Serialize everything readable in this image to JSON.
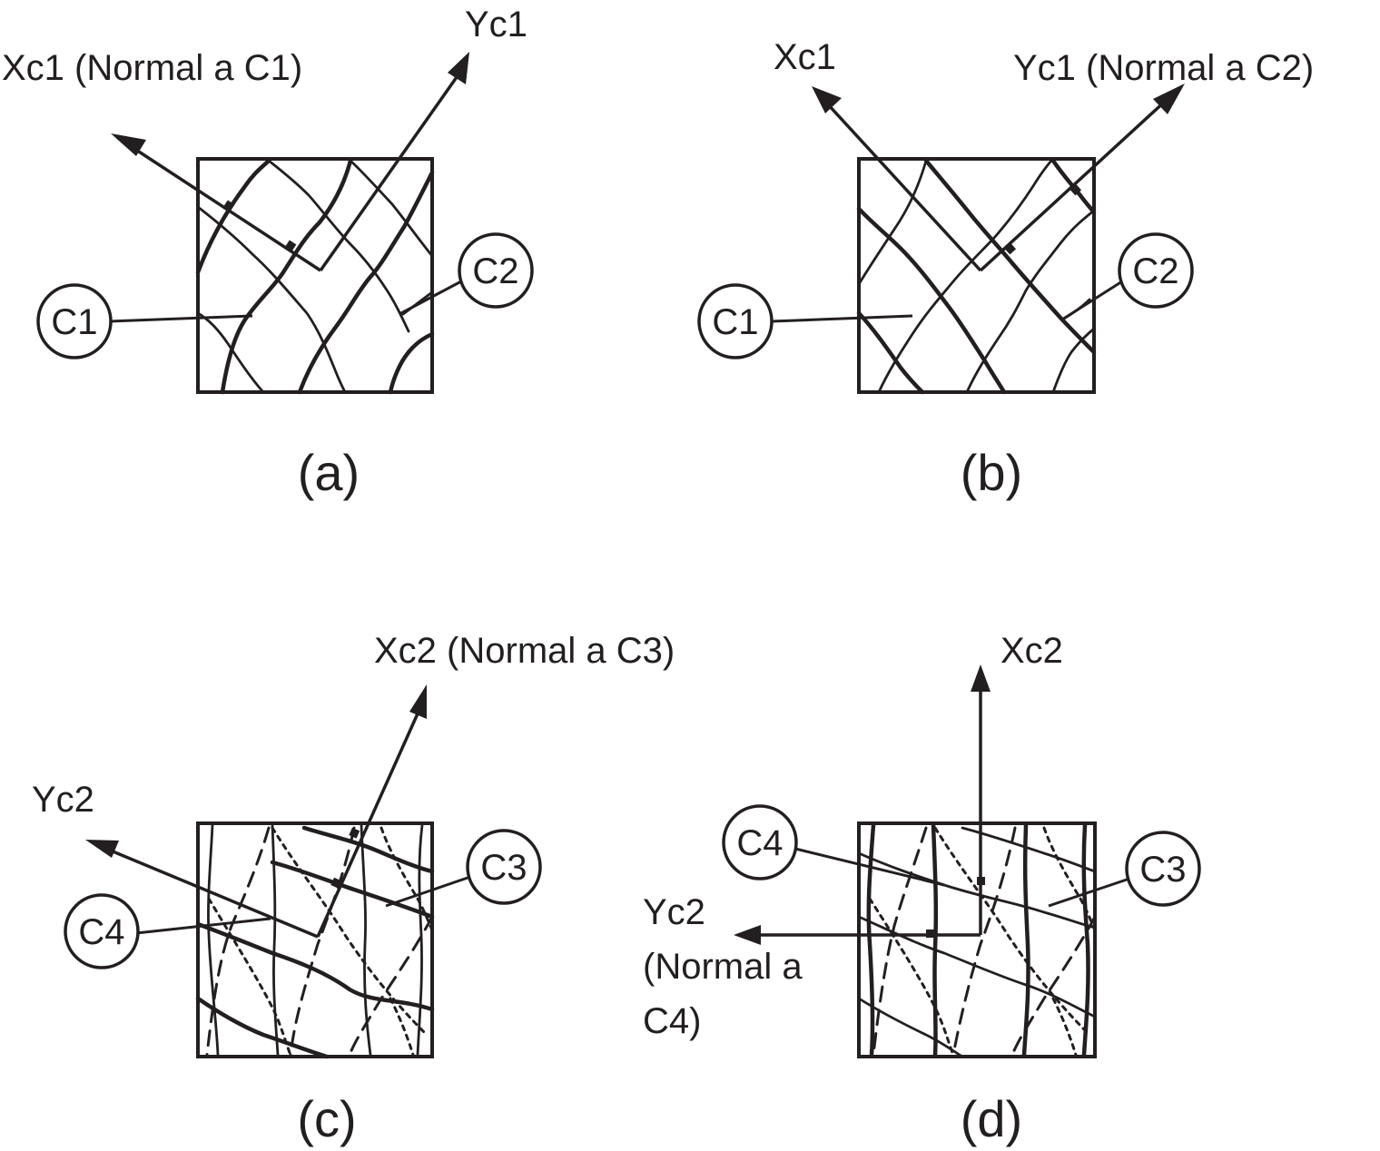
{
  "panels": {
    "a": {
      "caption": "(a)",
      "x_axis_label": "Xc1 (Normal a C1)",
      "y_axis_label": "Yc1",
      "crack_labels": [
        "C1",
        "C2"
      ]
    },
    "b": {
      "caption": "(b)",
      "x_axis_label": "Xc1",
      "y_axis_label": "Yc1 (Normal a C2)",
      "crack_labels": [
        "C1",
        "C2"
      ]
    },
    "c": {
      "caption": "(c)",
      "x_axis_label": "Xc2 (Normal a C3)",
      "y_axis_label": "Yc2",
      "crack_labels": [
        "C3",
        "C4"
      ]
    },
    "d": {
      "caption": "(d)",
      "x_axis_label": "Xc2",
      "y_axis_label_lines": [
        "Yc2",
        "(Normal a",
        "C4)"
      ],
      "crack_labels": [
        "C3",
        "C4"
      ]
    }
  }
}
